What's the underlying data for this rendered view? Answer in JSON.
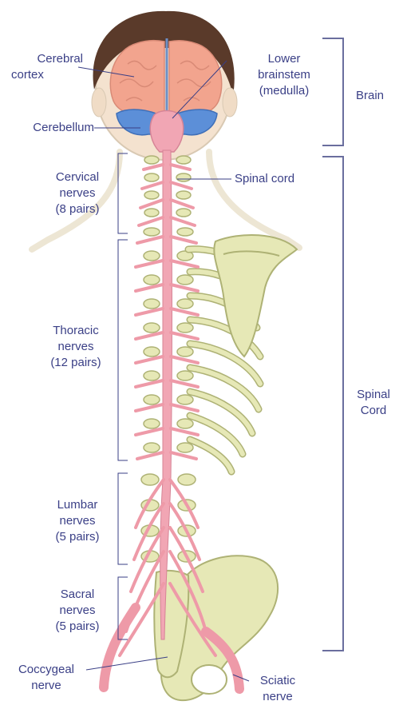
{
  "labels": {
    "cerebral_cortex": [
      "Cerebral",
      "cortex"
    ],
    "lower_brainstem": [
      "Lower",
      "brainstem",
      "(medulla)"
    ],
    "cerebellum": [
      "Cerebellum"
    ],
    "brain": [
      "Brain"
    ],
    "spinal_cord_pointer": [
      "Spinal cord"
    ],
    "cervical": [
      "Cervical",
      "nerves",
      "(8 pairs)"
    ],
    "thoracic": [
      "Thoracic",
      "nerves",
      "(12 pairs)"
    ],
    "spinal_cord_bracket": [
      "Spinal",
      "Cord"
    ],
    "lumbar": [
      "Lumbar",
      "nerves",
      "(5 pairs)"
    ],
    "sacral": [
      "Sacral",
      "nerves",
      "(5 pairs)"
    ],
    "coccygeal": [
      "Coccygeal",
      "nerve"
    ],
    "sciatic": [
      "Sciatic",
      "nerve"
    ]
  },
  "colors": {
    "label_text": "#3a3f86",
    "bracket": "#6a6e9e",
    "hair": "#5a3a2a",
    "skin": "#f4e2cf",
    "cortex": "#f2a48e",
    "cerebellum": "#5c8fd8",
    "spinal_cord": "#f1a6b4",
    "nerve": "#ee9aa8",
    "bone": "#e6e8b6",
    "bone_shadow": "#aeb275"
  }
}
